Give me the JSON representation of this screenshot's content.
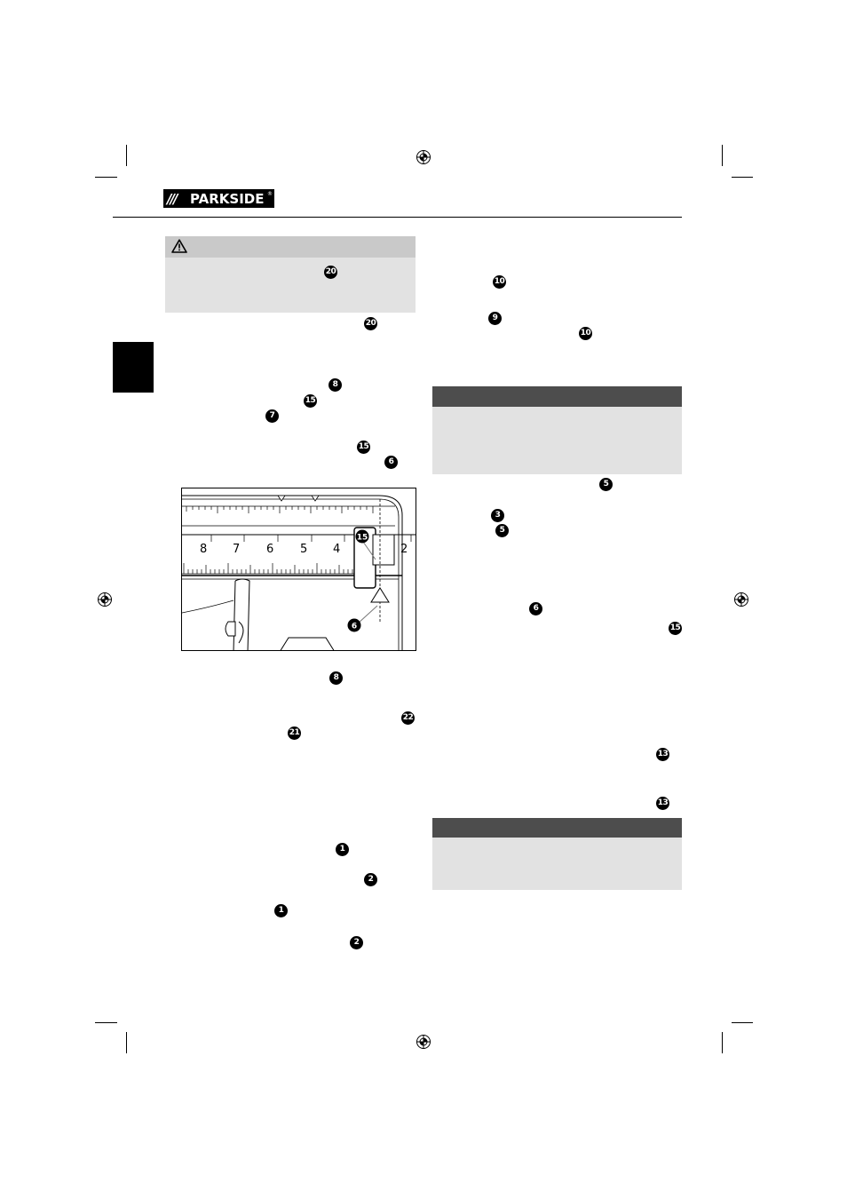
{
  "brand": {
    "slashes": "///",
    "name": "PARKSIDE",
    "registered": "®"
  },
  "warning_box": {
    "icon": "warning-triangle-icon",
    "ref": "20"
  },
  "left_column_refs": [
    "20",
    "8",
    "15",
    "7",
    "15",
    "6"
  ],
  "figure": {
    "ruler_numbers": [
      "8",
      "7",
      "6",
      "5",
      "4",
      "2"
    ],
    "callouts": [
      "15",
      "6"
    ]
  },
  "left_column_refs_after_figure": [
    "8",
    "22",
    "21",
    "1",
    "2",
    "1",
    "2"
  ],
  "right_column_refs": [
    "10",
    "9",
    "10",
    "5",
    "3",
    "5",
    "6",
    "15",
    "13",
    "13"
  ],
  "colors": {
    "light_header": "#c9c9c9",
    "dark_header": "#4d4d4d",
    "box_body": "#e2e2e2"
  }
}
